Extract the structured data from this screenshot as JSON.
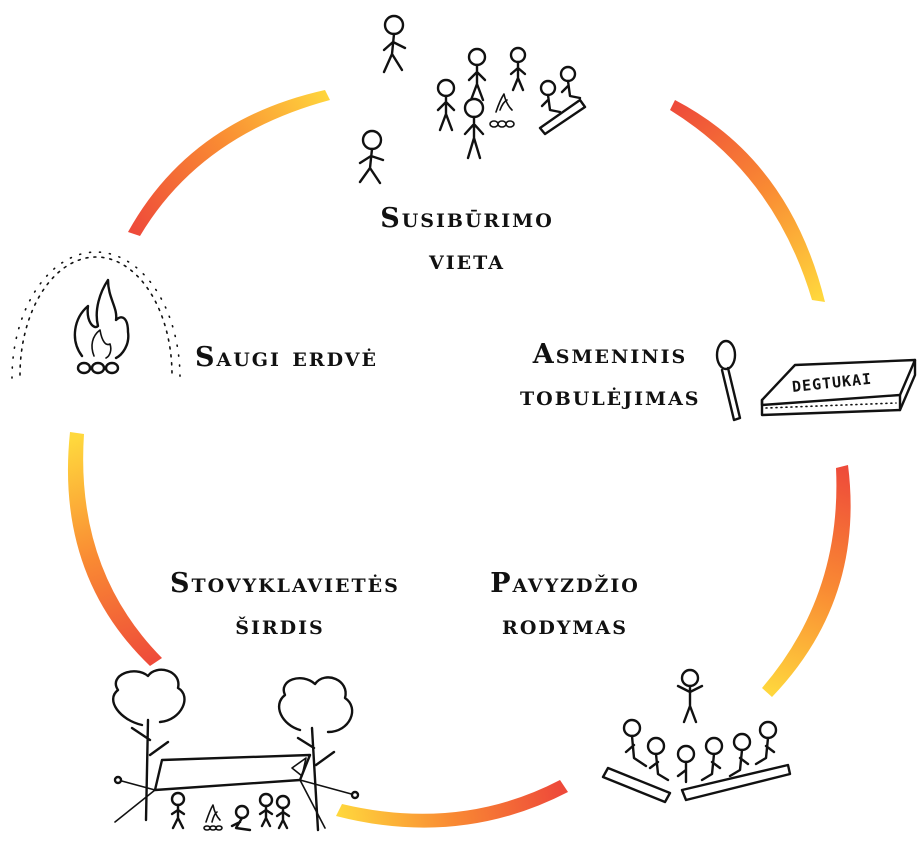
{
  "colors": {
    "arc_red": "#ee4a3a",
    "arc_orange": "#f98a33",
    "arc_yellow": "#ffd83d",
    "ink": "#111111"
  },
  "nodes": [
    {
      "id": "gathering",
      "lines": [
        "Susibūrimo",
        "vieta"
      ],
      "icon": "campfire-group-icon"
    },
    {
      "id": "personal",
      "lines": [
        "Asmeninis",
        "tobulėjimas"
      ],
      "icon": "match-and-matchbox-icon"
    },
    {
      "id": "example",
      "lines": [
        "Pavyzdžio",
        "rodymas"
      ],
      "icon": "leader-and-seated-group-icon"
    },
    {
      "id": "heart",
      "lines": [
        "Stovyklavietės",
        "širdis"
      ],
      "icon": "campsite-tent-trees-icon"
    },
    {
      "id": "safe",
      "lines": [
        "Saugi erdvė"
      ],
      "icon": "sheltered-fire-icon"
    }
  ],
  "matchbox": {
    "text": "DEGTUKAI"
  }
}
